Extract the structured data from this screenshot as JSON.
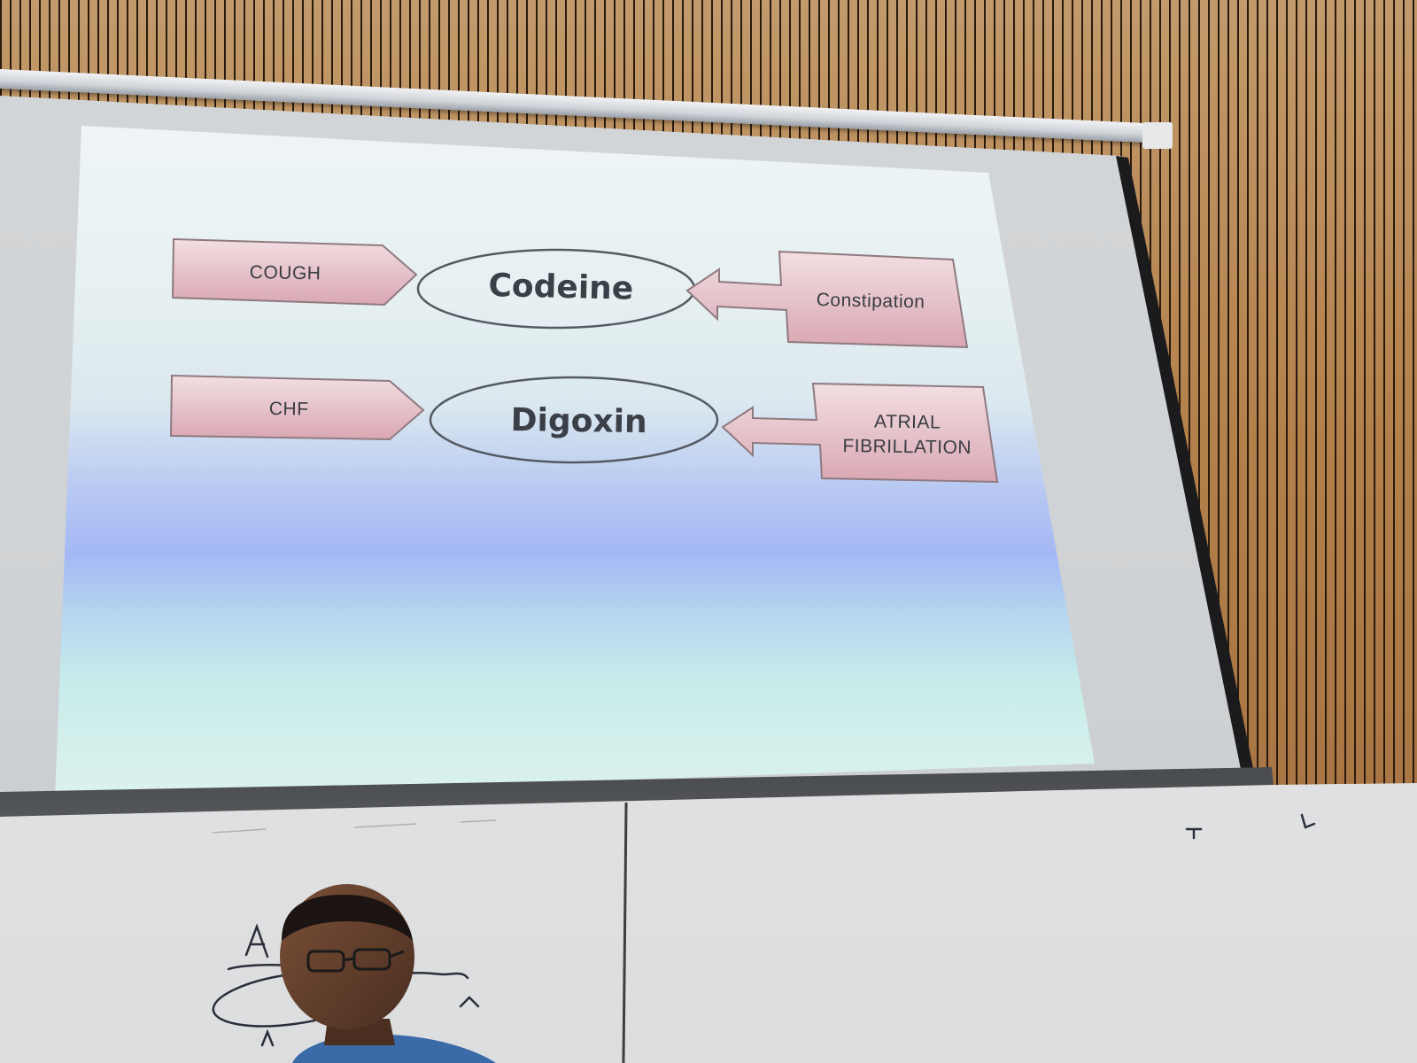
{
  "scene": {
    "description_type": "lecture photo of projected slide",
    "colors": {
      "wall": "#b8874f",
      "slide_top": "#f6f9fb",
      "slide_band_blue": "#a4b8f4",
      "slide_band_teal": "#c6ecea",
      "box_fill": "#e2b8c2",
      "oval_stroke": "#4a4a52",
      "text": "#3b3d44",
      "marker": "#2b2d3a"
    }
  },
  "slide": {
    "row1": {
      "left_box": "COUGH",
      "oval": "Codeine",
      "right_box": "Constipation"
    },
    "row2": {
      "left_box": "CHF",
      "oval": "Digoxin",
      "right_box_line1": "ATRIAL",
      "right_box_line2": "FIBRILLATION"
    }
  },
  "whiteboard": {
    "icons": [
      "handwriting-scribble-icon"
    ]
  }
}
